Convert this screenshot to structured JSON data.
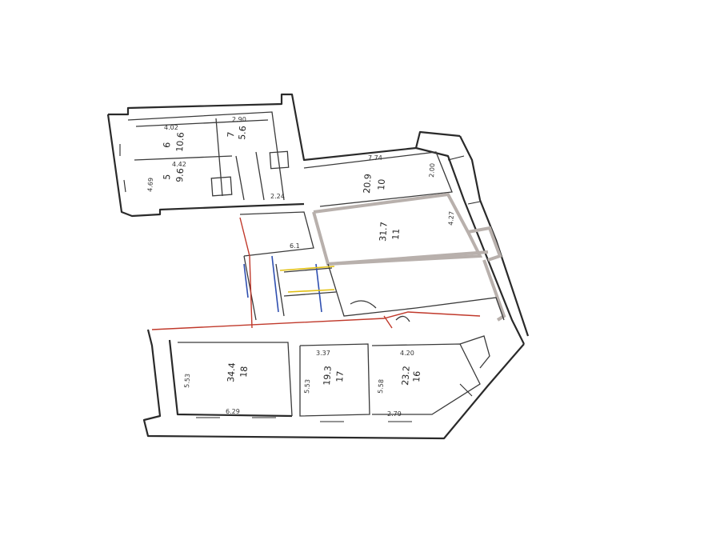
{
  "rooms": [
    {
      "id": "room-5",
      "number": "5",
      "area": "9.6"
    },
    {
      "id": "room-6",
      "number": "6",
      "area": "10.6"
    },
    {
      "id": "room-7",
      "number": "7",
      "area": "5.6"
    },
    {
      "id": "room-10",
      "number": "10",
      "area": "20.9"
    },
    {
      "id": "room-11",
      "number": "11",
      "area": "31.7"
    },
    {
      "id": "room-16",
      "number": "16",
      "area": "23.2"
    },
    {
      "id": "room-17",
      "number": "17",
      "area": "19.3"
    },
    {
      "id": "room-18",
      "number": "18",
      "area": "34.4"
    }
  ],
  "dimensions": {
    "d1": "4.02",
    "d2": "2.90",
    "d3": "4.42",
    "d4": "7.74",
    "d5": "2.00",
    "d6": "4.27",
    "d7": "5.53",
    "d8": "3.37",
    "d9": "4.20",
    "d10": "6.29",
    "d11": "5.53",
    "d12": "5.58",
    "d13": "2.79",
    "d14": "4.69",
    "d15": "2.24",
    "d16": "6.1"
  }
}
